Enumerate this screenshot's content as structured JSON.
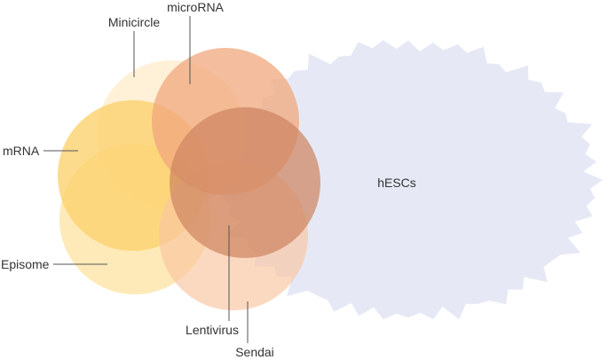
{
  "diagram": {
    "colors": {
      "blob": "#e6e9f5",
      "minicircle": "#fdeccb",
      "microrna": "#f0a77c",
      "mrna": "#fcd26f",
      "episome": "#fde3a0",
      "sendai": "#f9c4a0",
      "lentivirus": "#cf8561",
      "label": "#333333",
      "leader": "#555555"
    },
    "labels": {
      "minicircle": "Minicircle",
      "microrna": "microRNA",
      "mrna": "mRNA",
      "episome": "Episome",
      "lentivirus": "Lentivirus",
      "sendai": "Sendai",
      "hescs": "hESCs"
    }
  }
}
